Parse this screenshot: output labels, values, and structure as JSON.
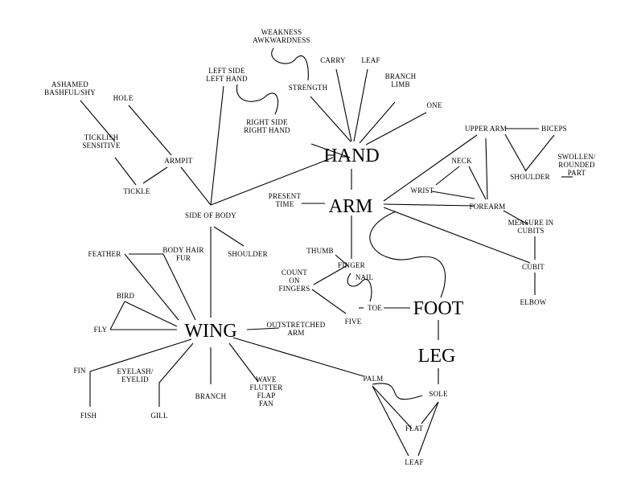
{
  "hubs": {
    "hand": "HAND",
    "arm": "ARM",
    "wing": "WING",
    "foot": "FOOT",
    "leg": "LEG"
  },
  "terms": {
    "weakness": [
      "WEAKNESS",
      "AWKWARDNESS"
    ],
    "carry": [
      "CARRY"
    ],
    "leaf_top": [
      "LEAF"
    ],
    "branch_limb": [
      "BRANCH",
      "LIMB"
    ],
    "one": [
      "ONE"
    ],
    "left_side": [
      "LEFT SIDE",
      "LEFT HAND"
    ],
    "strength": [
      "STRENGTH"
    ],
    "right_side": [
      "RIGHT SIDE",
      "RIGHT HAND"
    ],
    "ashamed": [
      "ASHAMED",
      "BASHFUL/SHY"
    ],
    "hole": [
      "HOLE"
    ],
    "ticklish": [
      "TICKLISH",
      "SENSITIVE"
    ],
    "armpit": [
      "ARMPIT"
    ],
    "tickle": [
      "TICKLE"
    ],
    "side_of_body": [
      "SIDE OF BODY"
    ],
    "present_time": [
      "PRESENT",
      "TIME"
    ],
    "upper_arm": [
      "UPPER ARM"
    ],
    "biceps": [
      "BICEPS"
    ],
    "neck": [
      "NECK"
    ],
    "swollen": [
      "SWOLLEN/",
      "ROUNDED",
      "PART"
    ],
    "shoulder_r": [
      "SHOULDER"
    ],
    "wrist": [
      "WRIST"
    ],
    "forearm": [
      "FOREARM"
    ],
    "measure": [
      "MEASURE IN",
      "CUBITS"
    ],
    "cubit": [
      "CUBIT"
    ],
    "elbow": [
      "ELBOW"
    ],
    "feather": [
      "FEATHER"
    ],
    "body_hair": [
      "BODY HAIR",
      "FUR"
    ],
    "shoulder_l": [
      "SHOULDER"
    ],
    "thumb": [
      "THUMB"
    ],
    "finger": [
      "FINGER"
    ],
    "count": [
      "COUNT",
      "ON",
      "FINGERS"
    ],
    "nail": [
      "NAIL"
    ],
    "toe": [
      "TOE"
    ],
    "five": [
      "FIVE"
    ],
    "bird": [
      "BIRD"
    ],
    "fly": [
      "FLY"
    ],
    "outstretched": [
      "OUTSTRETCHED",
      "ARM"
    ],
    "fin": [
      "FIN"
    ],
    "fish": [
      "FISH"
    ],
    "eyelash": [
      "EYELASH/",
      "EYELID"
    ],
    "gill": [
      "GILL"
    ],
    "branch": [
      "BRANCH"
    ],
    "wave": [
      "WAVE",
      "FLUTTER",
      "FLAP",
      "FAN"
    ],
    "palm": [
      "PALM"
    ],
    "sole": [
      "SOLE"
    ],
    "flat": [
      "FLAT"
    ],
    "leaf_bottom": [
      "LEAF"
    ]
  }
}
